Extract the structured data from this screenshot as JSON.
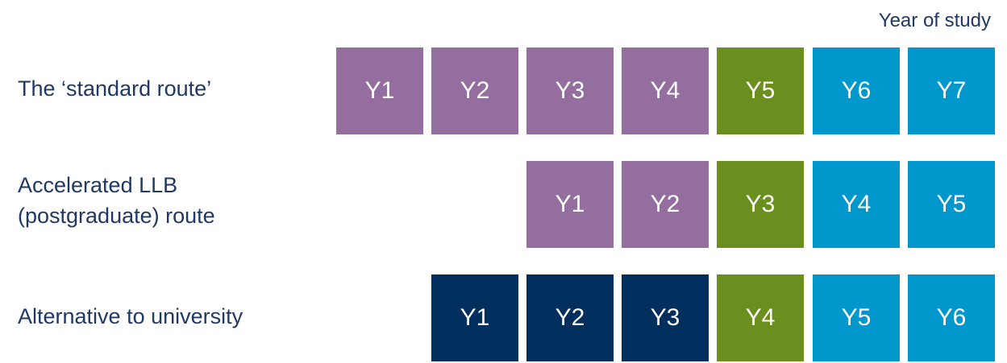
{
  "header": {
    "title": "Year of study"
  },
  "colors": {
    "purple": "#946e9f",
    "green": "#6a8f1f",
    "blue": "#0097cc",
    "navy": "#002e5d",
    "text": "#1f3864"
  },
  "routes": [
    {
      "label": "The ‘standard route’",
      "label_lines": [
        "The ‘standard route’"
      ],
      "years": [
        {
          "label": "Y1",
          "color": "purple"
        },
        {
          "label": "Y2",
          "color": "purple"
        },
        {
          "label": "Y3",
          "color": "purple"
        },
        {
          "label": "Y4",
          "color": "purple"
        },
        {
          "label": "Y5",
          "color": "green"
        },
        {
          "label": "Y6",
          "color": "blue"
        },
        {
          "label": "Y7",
          "color": "blue"
        }
      ]
    },
    {
      "label": "Accelerated LLB (postgraduate) route",
      "label_lines": [
        "Accelerated LLB",
        "(postgraduate) route"
      ],
      "years": [
        {
          "label": "Y1",
          "color": "purple"
        },
        {
          "label": "Y2",
          "color": "purple"
        },
        {
          "label": "Y3",
          "color": "green"
        },
        {
          "label": "Y4",
          "color": "blue"
        },
        {
          "label": "Y5",
          "color": "blue"
        }
      ]
    },
    {
      "label": "Alternative to university",
      "label_lines": [
        "Alternative to university"
      ],
      "years": [
        {
          "label": "Y1",
          "color": "navy"
        },
        {
          "label": "Y2",
          "color": "navy"
        },
        {
          "label": "Y3",
          "color": "navy"
        },
        {
          "label": "Y4",
          "color": "green"
        },
        {
          "label": "Y5",
          "color": "blue"
        },
        {
          "label": "Y6",
          "color": "blue"
        }
      ]
    }
  ]
}
